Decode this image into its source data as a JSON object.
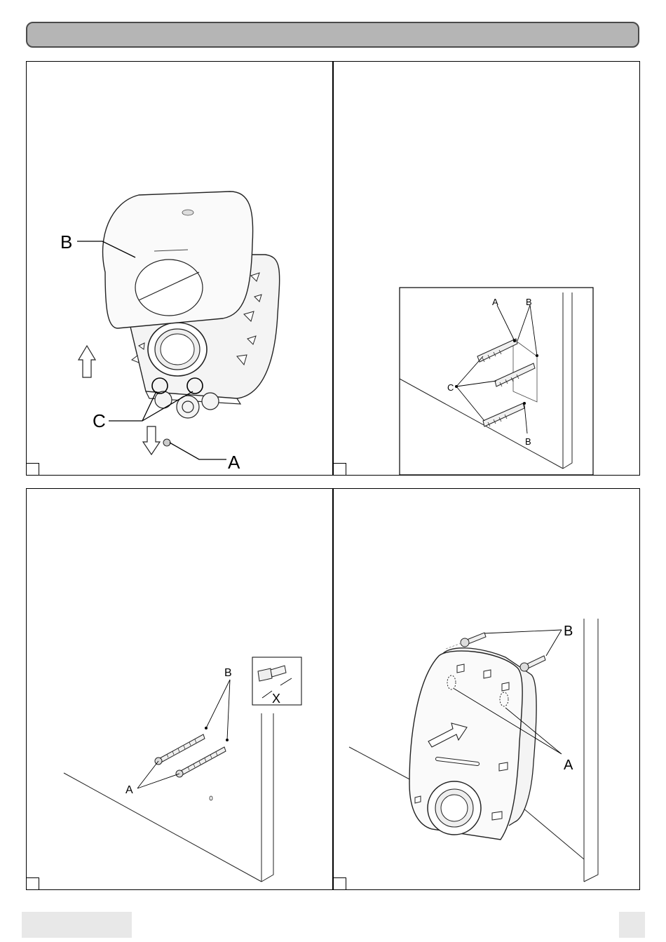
{
  "header": {
    "title": ""
  },
  "panels": {
    "p1": {
      "label_a": "A",
      "label_b": "B",
      "label_c": "C"
    },
    "p2": {
      "label_a": "A",
      "label_b_top": "B",
      "label_b_bottom": "B",
      "label_c": "C"
    },
    "p3": {
      "label_a": "A",
      "label_b": "B",
      "label_x": "X"
    },
    "p4": {
      "label_a": "A",
      "label_b": "B"
    }
  },
  "footer": {
    "left_text": "",
    "page_number": ""
  }
}
